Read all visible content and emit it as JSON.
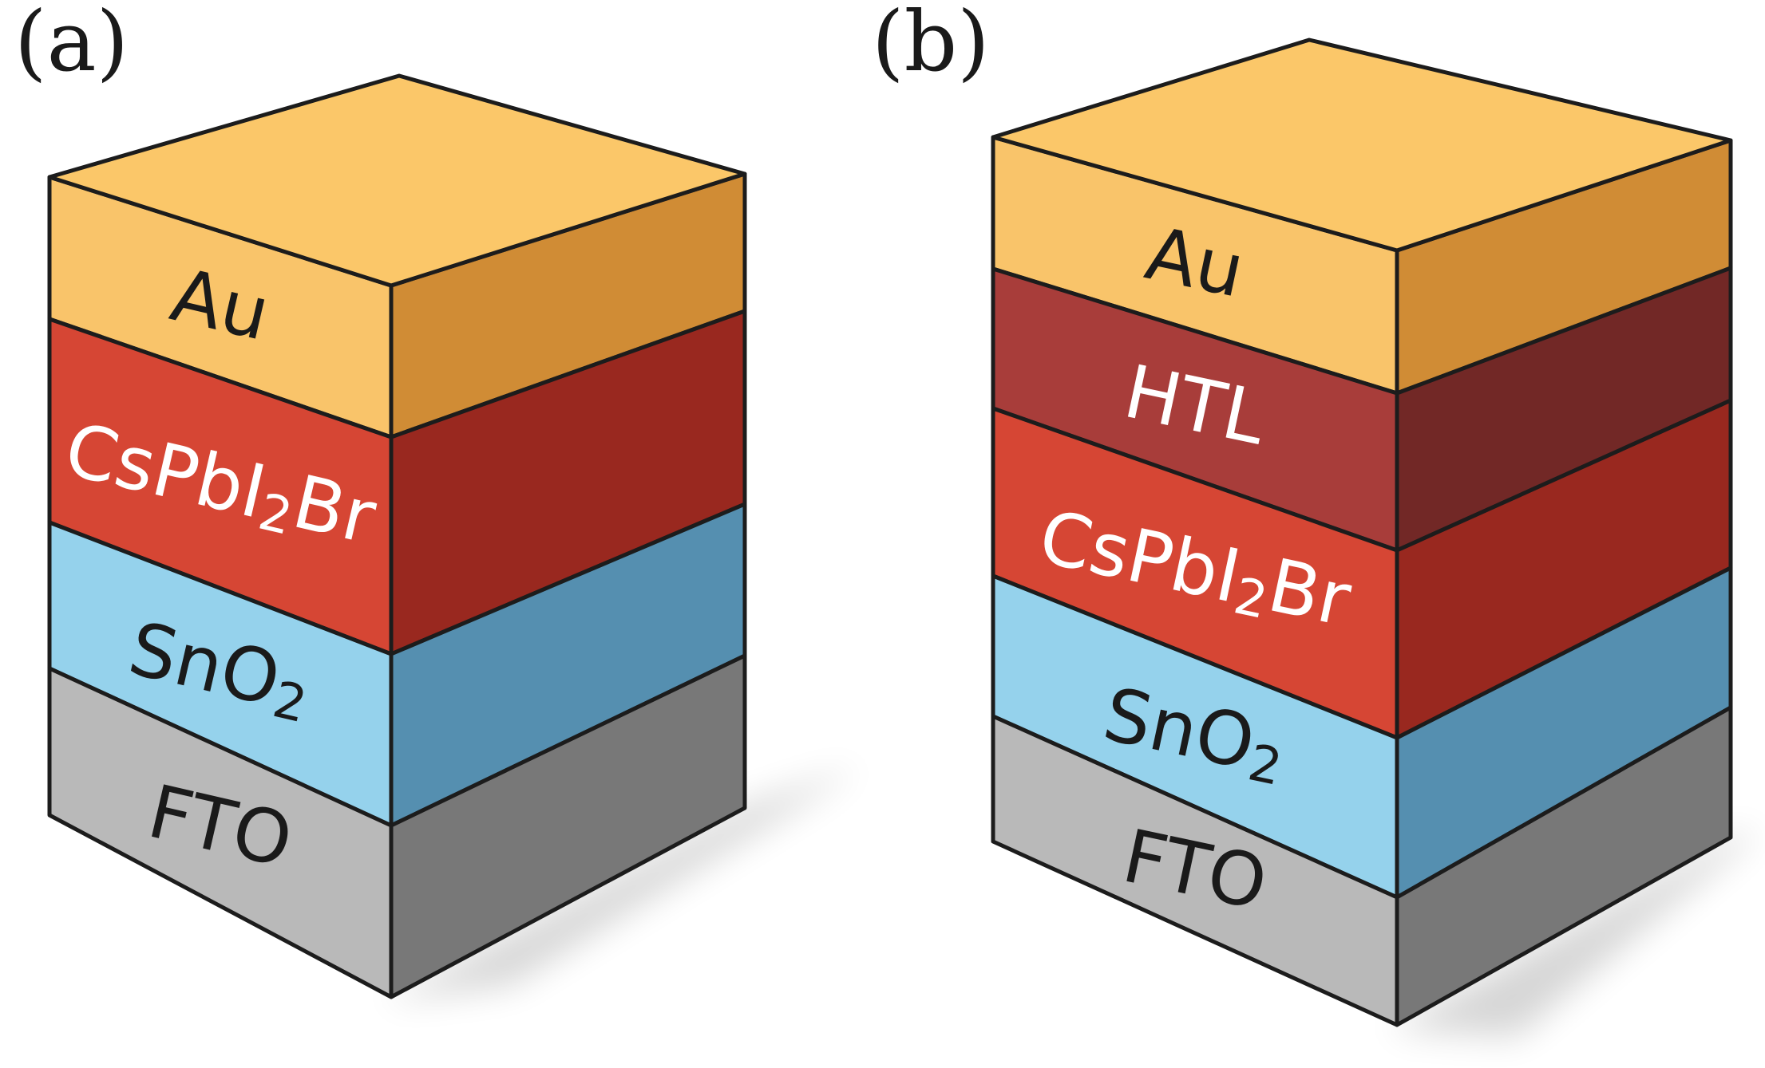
{
  "colors": {
    "Au": {
      "front": "#F9C46A",
      "side": "#D08C35",
      "top": "#FBC769",
      "text": "#1a1a1a"
    },
    "HTL": {
      "front": "#A83D3A",
      "side": "#722826",
      "text": "#ffffff"
    },
    "CsPbI2Br": {
      "front": "#D64634",
      "side": "#99281F",
      "text": "#ffffff"
    },
    "SnO2": {
      "front": "#95D2EC",
      "side": "#558FB0",
      "text": "#1a1a1a"
    },
    "FTO": {
      "front": "#B9B9B9",
      "side": "#787878",
      "text": "#1a1a1a"
    }
  },
  "panels": [
    {
      "label": "(a)",
      "layers": [
        {
          "key": "Au",
          "text": "Au"
        },
        {
          "key": "CsPbI2Br",
          "text": "CsPbI",
          "sub": "2",
          "text_after": "Br"
        },
        {
          "key": "SnO2",
          "text": "SnO",
          "sub": "2",
          "text_after": ""
        },
        {
          "key": "FTO",
          "text": "FTO"
        }
      ]
    },
    {
      "label": "(b)",
      "layers": [
        {
          "key": "Au",
          "text": "Au"
        },
        {
          "key": "HTL",
          "text": "HTL"
        },
        {
          "key": "CsPbI2Br",
          "text": "CsPbI",
          "sub": "2",
          "text_after": "Br"
        },
        {
          "key": "SnO2",
          "text": "SnO",
          "sub": "2",
          "text_after": ""
        },
        {
          "key": "FTO",
          "text": "FTO"
        }
      ]
    }
  ]
}
